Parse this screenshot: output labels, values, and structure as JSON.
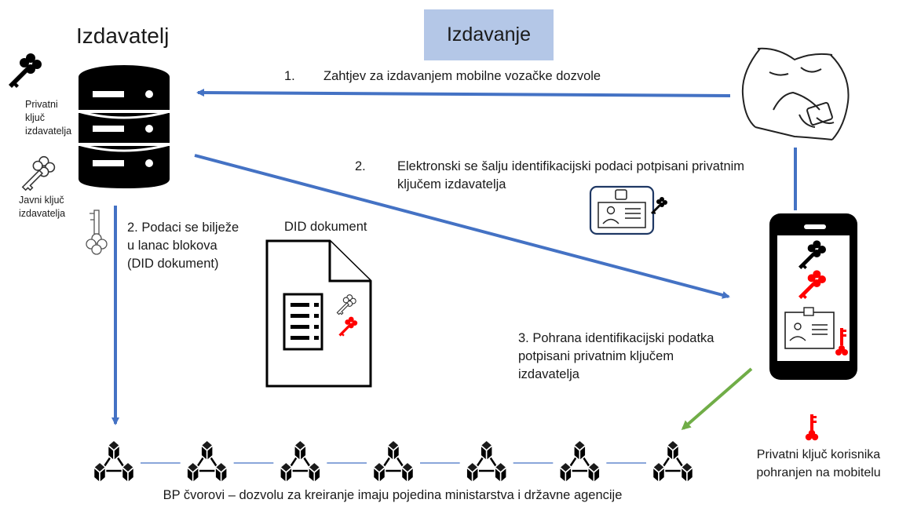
{
  "title": "Izdavanje",
  "issuer": {
    "label": "Izdavatelj",
    "private_key_label": "Privatni\nključ\nizdavatelja",
    "public_key_label": "Javni ključ\nizdavatelja"
  },
  "steps": {
    "step1_number": "1.",
    "step1_text": "Zahtjev za izdavanjem mobilne vozačke dozvole",
    "step2_number": "2.",
    "step2_text": "Elektronski se šalju identifikacijski podaci potpisani privatnim\nključem izdavatelja",
    "step2b_text": "2. Podaci se bilježe\nu lanac blokova\n(DID dokument)",
    "step3_text": "3. Pohrana identifikacijski podatka\npotpisani privatnim ključem\nizdavatelja"
  },
  "did_document": {
    "label": "DID dokument"
  },
  "user_key": {
    "label": "Privatni ključ korisnika\npohranjen na mobitelu"
  },
  "blockchain": {
    "caption": "BP čvorovi – dozvolu za kreiranje imaju pojedina ministarstva i državne agencije",
    "node_count": 7
  },
  "colors": {
    "arrow_blue": "#4472c4",
    "arrow_green": "#70ad47",
    "title_fill": "#b4c7e7",
    "key_red": "#ff0000",
    "key_black": "#000000"
  },
  "icons": [
    "database-icon",
    "private-key-icon",
    "public-key-icon",
    "person-with-phone-icon",
    "id-card-icon",
    "mobile-phone-icon",
    "document-icon",
    "blockchain-node-icon"
  ]
}
